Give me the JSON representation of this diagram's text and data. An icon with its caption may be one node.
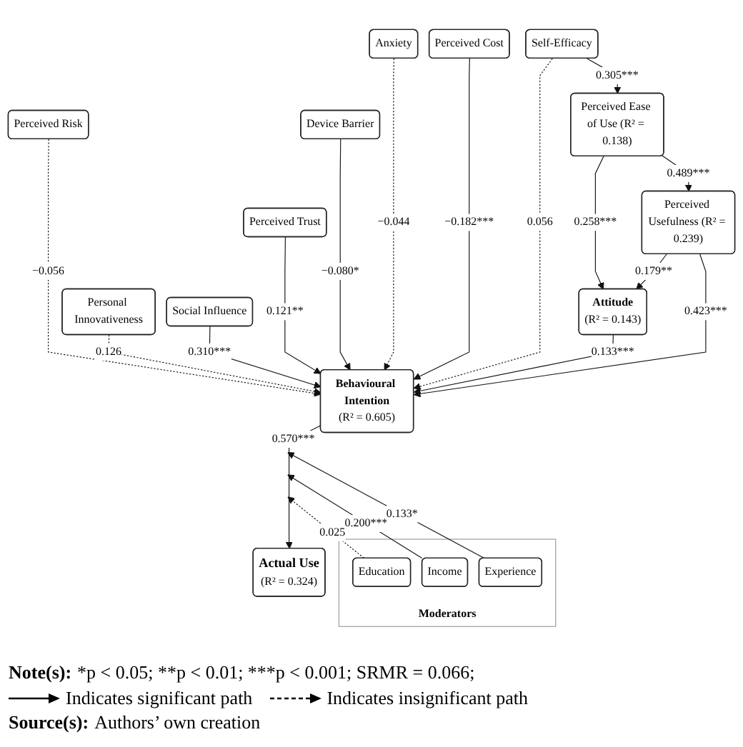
{
  "diagram": {
    "nodes": [
      {
        "text": [
          "Anxiety"
        ]
      },
      {
        "text": [
          "Perceived Cost"
        ]
      },
      {
        "text": [
          "Perceived Risk"
        ]
      },
      {
        "text": [
          "Device Barrier"
        ]
      },
      {
        "text": [
          "Self-Efficacy"
        ]
      },
      {
        "text": [
          "Perceived Ease of Use (R² = 0.138)"
        ]
      },
      {
        "text": [
          "Attitude",
          "(R² = 0.143)"
        ]
      },
      {
        "text": [
          "Behavioural Intention",
          "(R² = 0.605)"
        ]
      },
      {
        "text": [
          "Actual Use",
          "(R² = 0.324)"
        ]
      },
      {
        "text": [
          "Perceived Usefulness (R² = 0.239)"
        ]
      },
      {
        "text": [
          "Perceived Trust"
        ]
      },
      {
        "text": [
          "Personal Innovativeness"
        ]
      },
      {
        "text": [
          "Social Influence"
        ]
      },
      {
        "text": [
          "Moderators"
        ]
      },
      {
        "text": [
          "Education"
        ],
        "in": 13
      },
      {
        "text": [
          "Income"
        ],
        "in": 13
      },
      {
        "text": [
          "Experience"
        ],
        "in": 13
      }
    ],
    "edges": [
      {
        "from": 0,
        "to": 7,
        "arrow": "to",
        "label": "−0.044",
        "style": "dashed"
      },
      {
        "from": 1,
        "to": 7,
        "arrow": "to",
        "label": "−0.182***"
      },
      {
        "from": 2,
        "to": 7,
        "arrow": "to",
        "label": "−0.056",
        "style": "dashed"
      },
      {
        "from": 3,
        "to": 7,
        "arrow": "to",
        "label": "−0.080*"
      },
      {
        "from": 4,
        "to": 7,
        "arrow": "to",
        "label": "0.056",
        "style": "dashed"
      },
      {
        "from": 4,
        "to": 5,
        "arrow": "to",
        "label": "0.305***"
      },
      {
        "from": 5,
        "to": 6,
        "arrow": "to",
        "label": "0.258***"
      },
      {
        "from": 5,
        "to": 9,
        "arrow": "to",
        "label": "0.489***"
      },
      {
        "from": 9,
        "to": 6,
        "arrow": "to",
        "label": "0.179**"
      },
      {
        "from": 9,
        "to": 7,
        "arrow": "to",
        "label": "0.423***"
      },
      {
        "from": 6,
        "to": 7,
        "arrow": "to",
        "label": "0.133***"
      },
      {
        "from": 10,
        "to": 7,
        "arrow": "to",
        "label": "0.121**"
      },
      {
        "from": 11,
        "to": 7,
        "arrow": "to",
        "label": "0.126",
        "style": "dashed"
      },
      {
        "from": 12,
        "to": 7,
        "arrow": "to",
        "label": "0.310***"
      },
      {
        "from": 7,
        "to": 8,
        "arrow": "to",
        "label": "0.570***"
      },
      {
        "from": 14,
        "to": null,
        "arrow": "to",
        "label": "0.025",
        "style": "dashed"
      },
      {
        "from": 15,
        "to": null,
        "arrow": "to",
        "label": "0.200***"
      },
      {
        "from": 16,
        "to": null,
        "arrow": "to",
        "label": "0.133*"
      }
    ],
    "labels": [
      "Note(s):",
      "*p < 0.05; **p < 0.01; ***p < 0.001; SRMR = 0.066;",
      "Source(s):",
      "Authors’ own creation"
    ],
    "legend": [
      {
        "text": "Indicates significant path"
      },
      {
        "text": "Indicates insignificant path"
      }
    ]
  }
}
